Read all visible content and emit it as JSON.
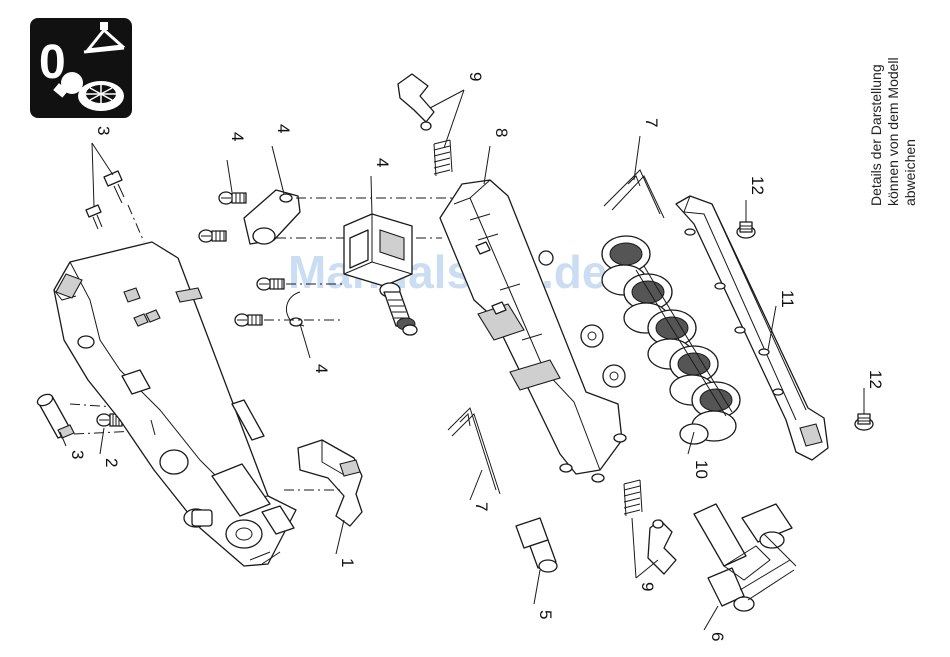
{
  "note": {
    "line1": "Details der Darstellung",
    "line2": "können von dem Modell",
    "line3": "abweichen"
  },
  "watermark": "ManualsLib.de",
  "badge": {
    "symbol": "0",
    "icons": [
      "headlight-bulb-icon",
      "pantograph-icon",
      "wheel-icon"
    ],
    "bg_color": "#111111"
  },
  "labels": {
    "l1": "1",
    "l2": "2",
    "l3a": "3",
    "l3b": "3",
    "l4a": "4",
    "l4b": "4",
    "l4c": "4",
    "l4d": "4",
    "l5": "5",
    "l6": "6",
    "l7a": "7",
    "l7b": "7",
    "l8": "8",
    "l9a": "9",
    "l9b": "9",
    "l10": "10",
    "l11": "11",
    "l12a": "12",
    "l12b": "12"
  }
}
